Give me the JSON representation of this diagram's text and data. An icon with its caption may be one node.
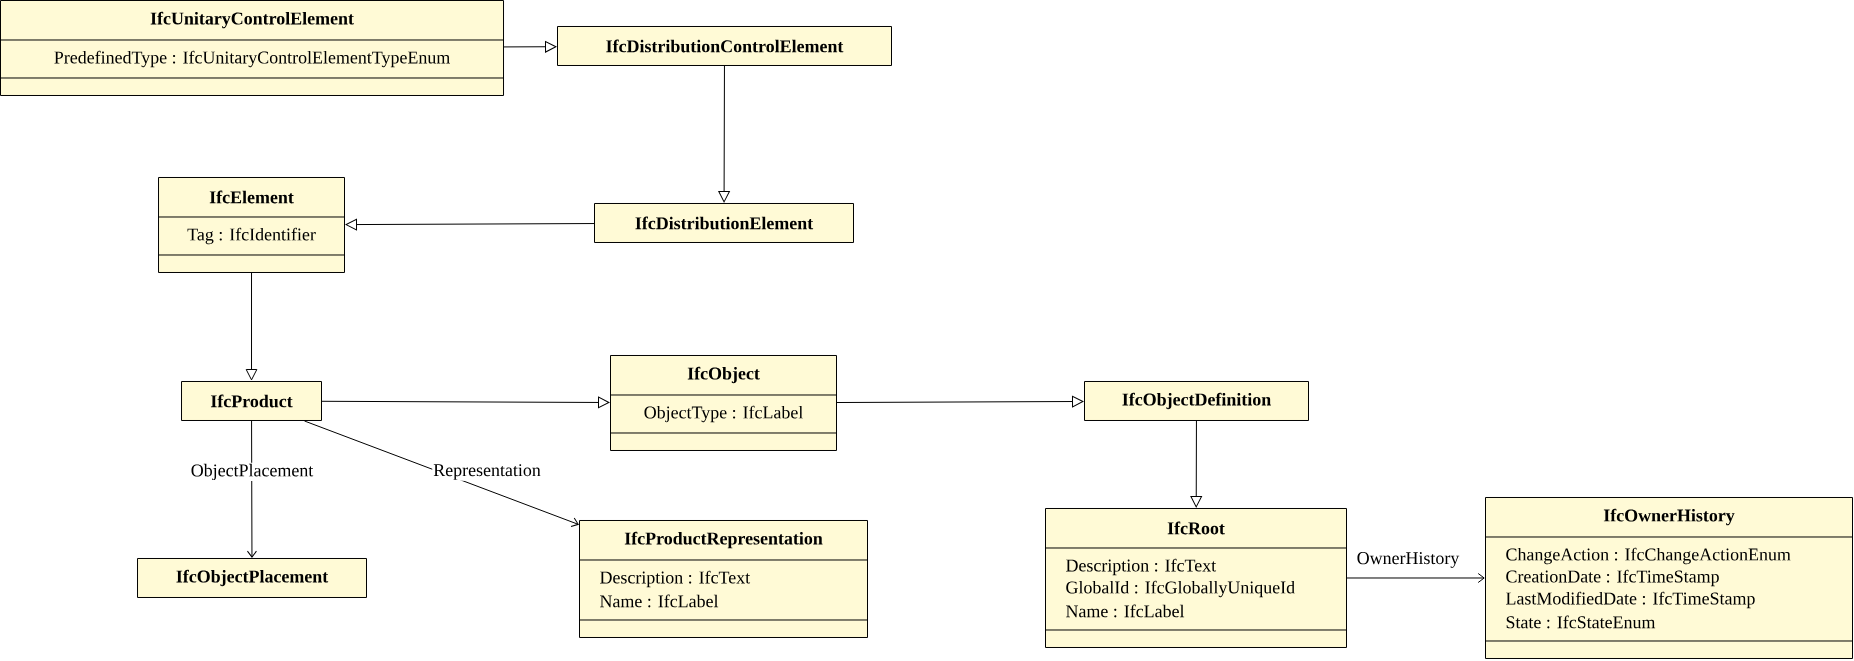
{
  "diagram": {
    "nodes": [
      {
        "text": [
          "IfcUnitaryControlElement",
          "PredefinedType : IfcUnitaryControlElementTypeEnum"
        ]
      },
      {
        "text": [
          "IfcDistributionControlElement"
        ]
      },
      {
        "text": [
          "IfcElement",
          "Tag : IfcIdentifier"
        ]
      },
      {
        "text": [
          "IfcDistributionElement"
        ]
      },
      {
        "text": [
          "IfcProduct"
        ]
      },
      {
        "text": [
          "IfcObject",
          "ObjectType : IfcLabel"
        ]
      },
      {
        "text": [
          "IfcObjectDefinition"
        ]
      },
      {
        "text": [
          "IfcObjectPlacement"
        ]
      },
      {
        "text": [
          "IfcProductRepresentation",
          "Description : IfcText",
          "Name : IfcLabel"
        ]
      },
      {
        "text": [
          "IfcRoot",
          "Description : IfcText",
          "GlobalId : IfcGloballyUniqueId",
          "Name : IfcLabel"
        ]
      },
      {
        "text": [
          "IfcOwnerHistory",
          "ChangeAction : IfcChangeActionEnum",
          "CreationDate : IfcTimeStamp",
          "LastModifiedDate : IfcTimeStamp",
          "State : IfcStateEnum"
        ]
      }
    ],
    "edges": [
      {
        "from": 0,
        "to": 1,
        "arrow": "to"
      },
      {
        "from": 1,
        "to": 3,
        "arrow": "to"
      },
      {
        "from": 3,
        "to": 2,
        "arrow": "to"
      },
      {
        "from": 2,
        "to": 4,
        "arrow": "to"
      },
      {
        "from": 4,
        "to": 5,
        "arrow": "to"
      },
      {
        "from": 5,
        "to": 6,
        "arrow": "to"
      },
      {
        "from": 6,
        "to": 9,
        "arrow": "to"
      },
      {
        "from": 4,
        "to": 7,
        "arrow": "to",
        "label": "ObjectPlacement"
      },
      {
        "from": 4,
        "to": 8,
        "arrow": "to",
        "label": "Representation"
      },
      {
        "from": 9,
        "to": 10,
        "arrow": "to",
        "label": "OwnerHistory"
      }
    ]
  }
}
